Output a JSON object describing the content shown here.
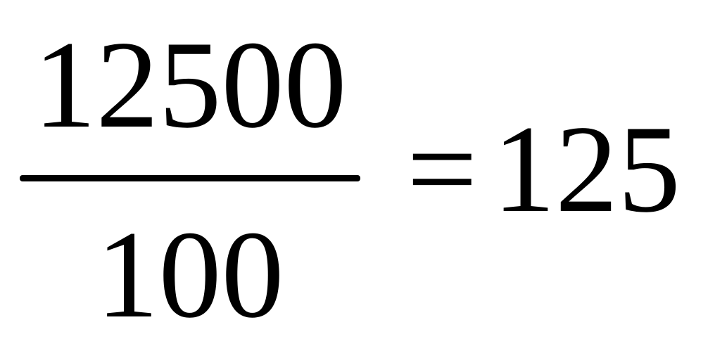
{
  "equation": {
    "numerator": "12500",
    "denominator": "100",
    "operator": "=",
    "result": "125"
  }
}
